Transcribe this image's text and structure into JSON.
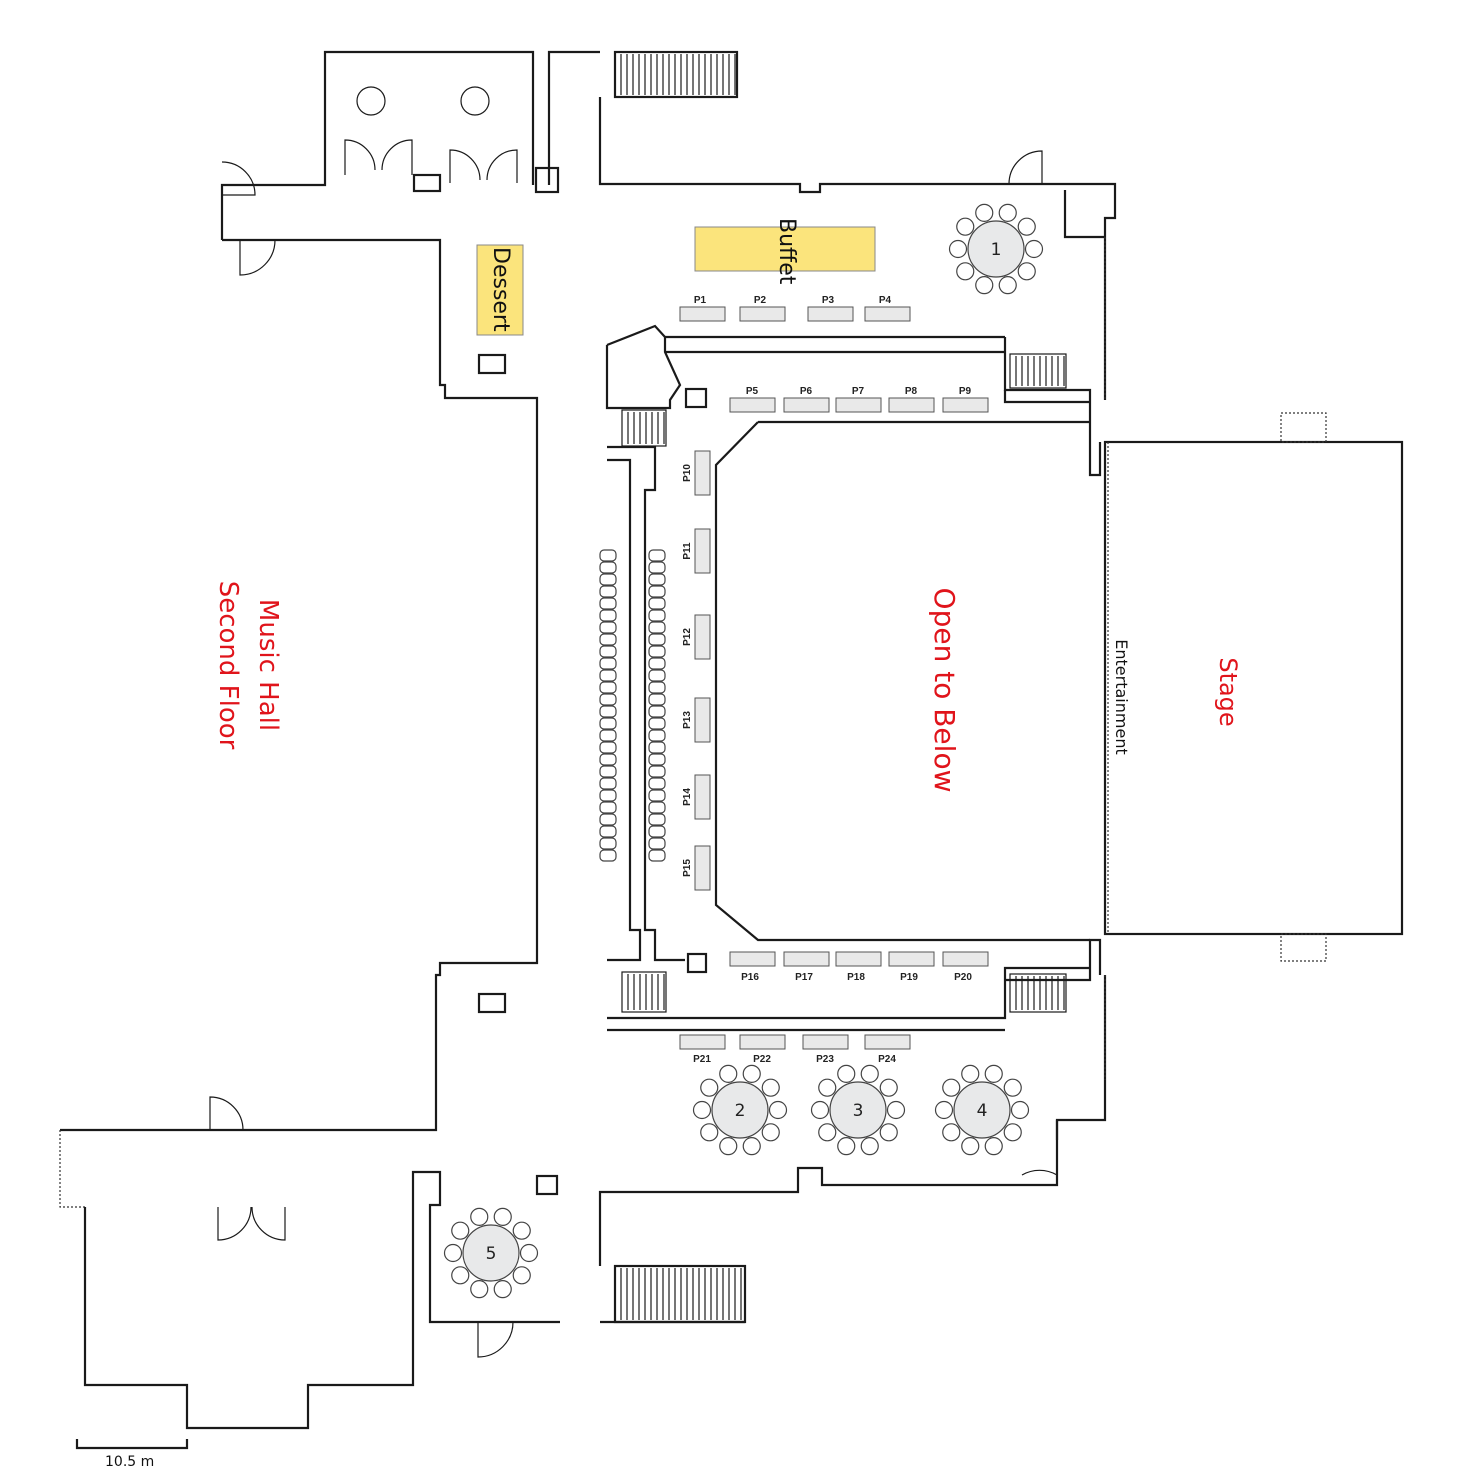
{
  "labels": {
    "music_hall": "Music Hall",
    "second_floor": "Second Floor",
    "open_to_below": "Open to Below",
    "entertainment": "Entertainment",
    "stage": "Stage",
    "buffet": "Buffet",
    "dessert": "Dessert",
    "scale": "10.5 m"
  },
  "colors": {
    "food_station": "#fbe47c",
    "room_label": "#e0141b"
  },
  "round_tables": [
    "1",
    "2",
    "3",
    "4",
    "5"
  ],
  "p_tables": {
    "top_row_1": [
      "P1",
      "P2",
      "P3",
      "P4"
    ],
    "top_row_2": [
      "P5",
      "P6",
      "P7",
      "P8",
      "P9"
    ],
    "left_column": [
      "P10",
      "P11",
      "P12",
      "P13",
      "P14",
      "P15"
    ],
    "bottom_row_1": [
      "P16",
      "P17",
      "P18",
      "P19",
      "P20"
    ],
    "bottom_row_2": [
      "P21",
      "P22",
      "P23",
      "P24"
    ]
  }
}
